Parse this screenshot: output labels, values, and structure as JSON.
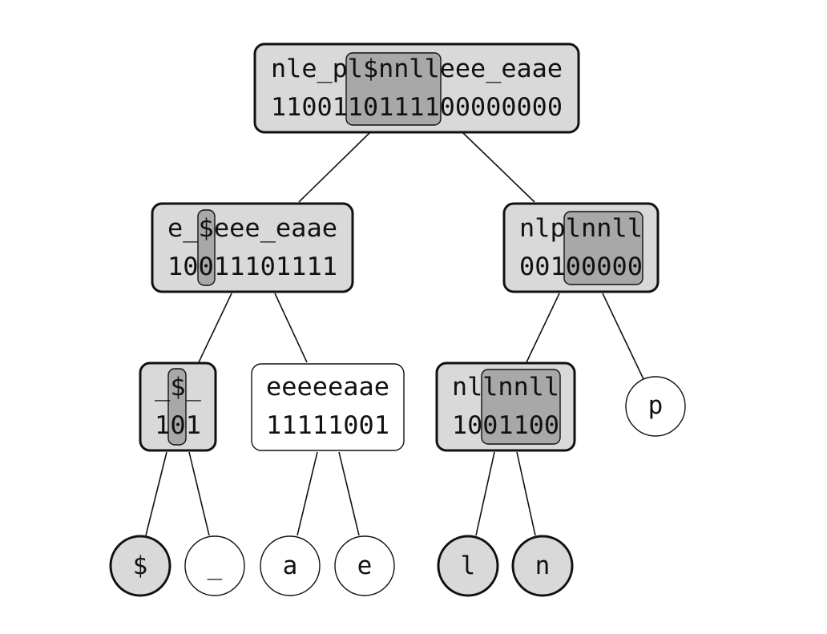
{
  "tree": {
    "root": {
      "label": "nle_pl$nnlleee_eaae",
      "bits": "1100110111100000000",
      "highlighted": true
    },
    "level1": [
      {
        "label": "e_$eee_eaae",
        "bits": "10011101111",
        "highlighted": true
      },
      {
        "label": "nlplnnll",
        "bits": "00100000",
        "highlighted": true
      }
    ],
    "level2": [
      {
        "label": "_$_",
        "bits": "101",
        "highlighted": true
      },
      {
        "label": "eeeeeaae",
        "bits": "11111001",
        "highlighted": false
      },
      {
        "label": "nllnnll",
        "bits": "1001100",
        "highlighted": true
      }
    ],
    "leaves": [
      {
        "label": "p",
        "highlighted": false
      },
      {
        "label": "$",
        "highlighted": true
      },
      {
        "label": "_",
        "highlighted": false
      },
      {
        "label": "a",
        "highlighted": false
      },
      {
        "label": "e",
        "highlighted": false
      },
      {
        "label": "l",
        "highlighted": true
      },
      {
        "label": "n",
        "highlighted": true
      }
    ]
  },
  "colors": {
    "node_fill": "#d9d9d9",
    "highlight_fill": "#a8a8a8",
    "plain_fill": "#ffffff",
    "stroke": "#111111"
  }
}
